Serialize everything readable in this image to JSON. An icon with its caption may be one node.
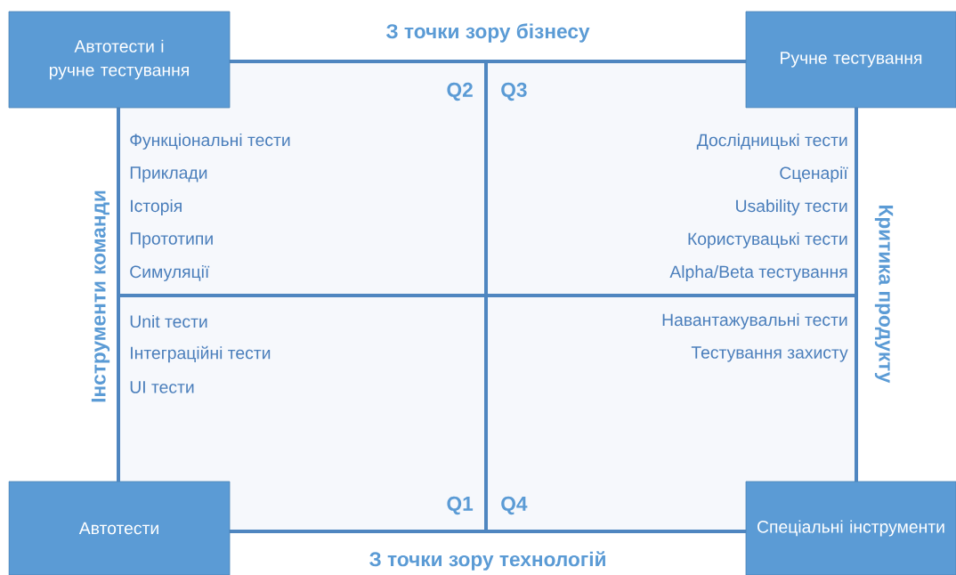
{
  "diagram": {
    "nodes": [
      {
        "text": [
          "Автотести і ручне тестування"
        ]
      },
      {
        "text": [
          "Ручне тестування"
        ]
      },
      {
        "text": [
          "Q2",
          "Функціональні тести",
          "Приклади",
          "Історія",
          "Прототипи",
          "Симуляції"
        ]
      },
      {
        "text": [
          "Q3",
          "Дослідницькі тести",
          "Сценарії",
          "Usability тести",
          "Користувацькі тести",
          "Alpha/Beta тестування"
        ]
      },
      {
        "text": [
          "Q1",
          "Unit тести",
          "Інтеграційні тести",
          "UI тести"
        ]
      },
      {
        "text": [
          "Q4",
          "Навантажувальні тести",
          "Тестування захисту"
        ]
      },
      {
        "text": [
          "Автотести"
        ]
      },
      {
        "text": [
          "Спеціальні інструменти"
        ]
      }
    ],
    "labels": [
      "З точки зору бізнесу",
      "Інструменти команди",
      "Критика продукту",
      "З точки зору технологій"
    ]
  }
}
